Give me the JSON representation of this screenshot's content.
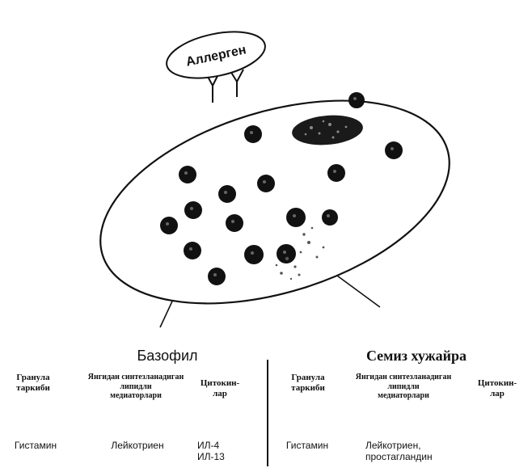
{
  "allergen_label": "Аллерген",
  "basophil": {
    "title": "Базофил",
    "columns": [
      {
        "header": "Гранула\nтаркиби",
        "value": "Гистамин"
      },
      {
        "header": "Янгидан синтезланадиган\nлипидли\nмедиаторлари",
        "value": "Лейкотриен"
      },
      {
        "header": "Цитокин-\nлар",
        "value": "ИЛ-4\nИЛ-13"
      }
    ]
  },
  "mast_cell": {
    "title": "Семиз хужайра",
    "columns": [
      {
        "header": "Гранула\nтаркиби",
        "value": "Гистамин"
      },
      {
        "header": "Янгидан синтезланадиган\nлипидли\nмедиаторлари",
        "value": "Лейкотриен,\nпростагландин"
      },
      {
        "header": "Цитокин-\nлар",
        "value": ""
      }
    ]
  },
  "colors": {
    "ink": "#111111",
    "background": "#ffffff"
  }
}
